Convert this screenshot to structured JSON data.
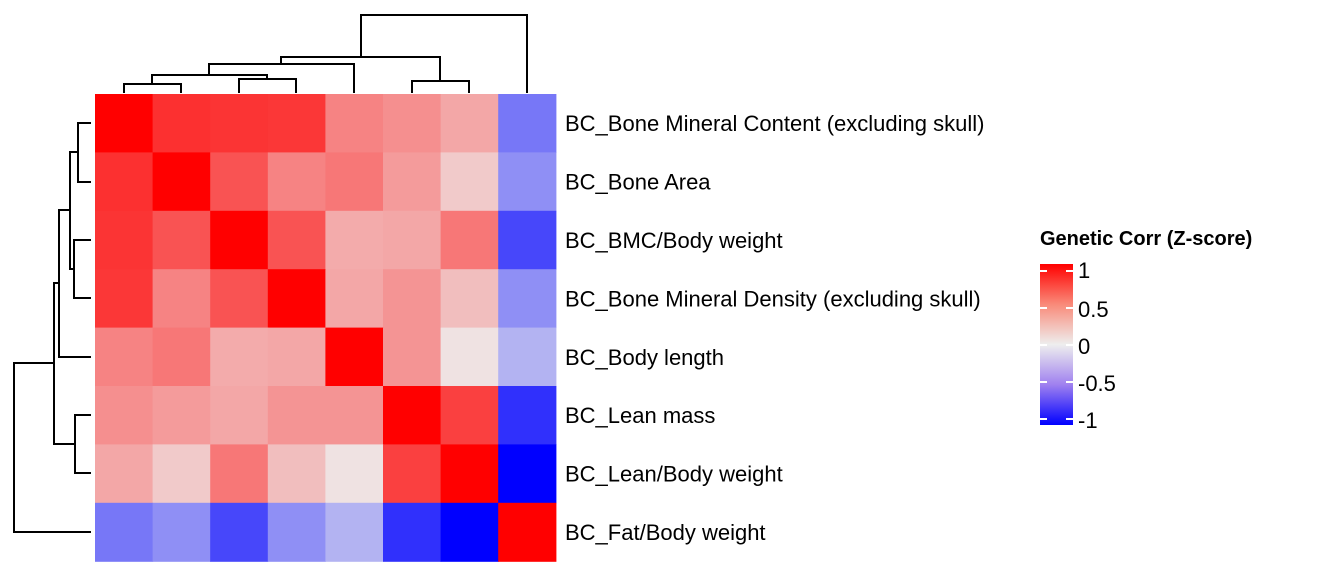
{
  "chart_data": {
    "type": "heatmap",
    "title": "",
    "row_labels": [
      "BC_Bone Mineral Content (excluding skull)",
      "BC_Bone Area",
      "BC_BMC/Body weight",
      "BC_Bone Mineral Density (excluding skull)",
      "BC_Body length",
      "BC_Lean mass",
      "BC_Lean/Body weight",
      "BC_Fat/Body weight"
    ],
    "values": [
      [
        1.0,
        0.8,
        0.78,
        0.77,
        0.45,
        0.4,
        0.3,
        -0.5
      ],
      [
        0.8,
        1.0,
        0.65,
        0.45,
        0.5,
        0.35,
        0.15,
        -0.4
      ],
      [
        0.78,
        0.65,
        1.0,
        0.65,
        0.28,
        0.3,
        0.5,
        -0.7
      ],
      [
        0.77,
        0.45,
        0.65,
        1.0,
        0.3,
        0.38,
        0.2,
        -0.4
      ],
      [
        0.45,
        0.5,
        0.28,
        0.3,
        1.0,
        0.38,
        0.05,
        -0.25
      ],
      [
        0.4,
        0.35,
        0.3,
        0.38,
        0.38,
        1.0,
        0.73,
        -0.8
      ],
      [
        0.3,
        0.15,
        0.5,
        0.2,
        0.05,
        0.73,
        1.0,
        -1.0
      ],
      [
        -0.5,
        -0.4,
        -0.7,
        -0.4,
        -0.25,
        -0.8,
        -1.0,
        1.0
      ]
    ],
    "color_scale": {
      "min": -1,
      "mid": 0,
      "max": 1,
      "low_color": "#0000ff",
      "mid_color": "#eeeeee",
      "high_color": "#ff0000"
    },
    "legend": {
      "title": "Genetic Corr (Z-score)",
      "ticks": [
        "1",
        "0.5",
        "0",
        "-0.5",
        "-1"
      ],
      "placement": "right"
    },
    "dendrogram": {
      "rows": true,
      "columns": true
    }
  }
}
